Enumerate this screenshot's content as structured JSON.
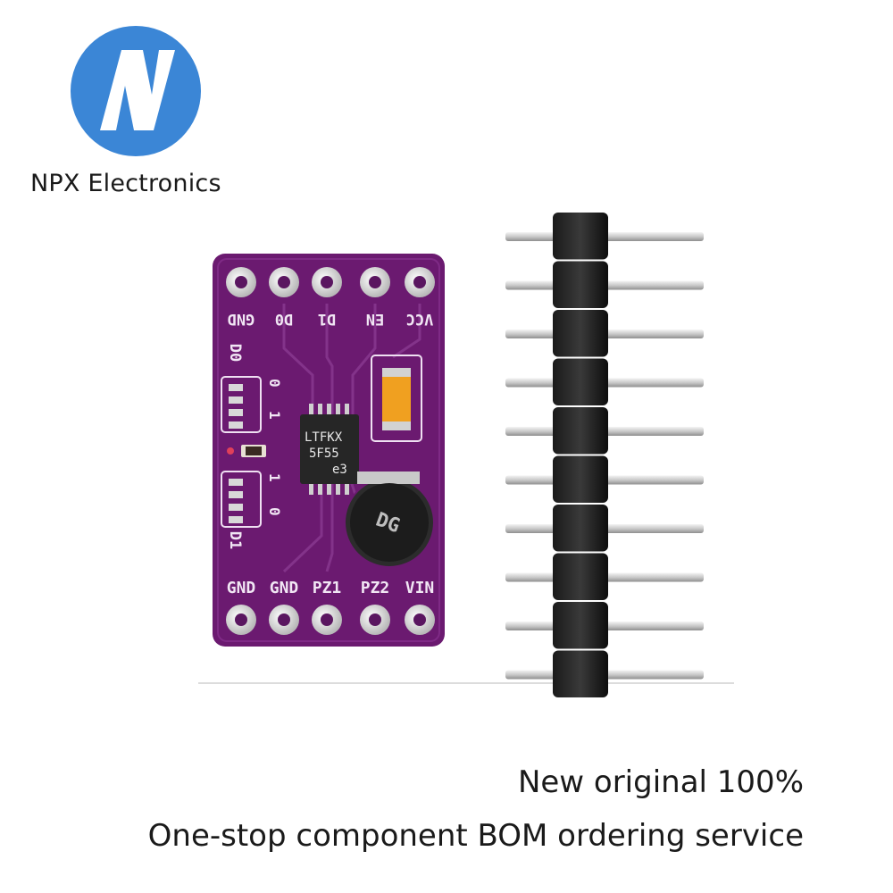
{
  "brand": {
    "name": "NPX Electronics",
    "logo_letter": "N",
    "logo_color": "#3b86d6"
  },
  "product": {
    "board_color": "#6b1a70",
    "top_pins": [
      "GND",
      "D0",
      "D1",
      "EN",
      "VCC"
    ],
    "bottom_pins": [
      "GND",
      "GND",
      "PZ1",
      "PZ2",
      "VIN"
    ],
    "side_labels": {
      "d0": "D0",
      "d1": "D1"
    },
    "jumper_digits": {
      "d0_low": "0",
      "d0_high": "1",
      "d1_low": "0",
      "d1_high": "1"
    },
    "chip_marking": [
      "LTFKX",
      "5F55",
      "e3"
    ],
    "inductor_marking": "DG",
    "header_pin_count": 10
  },
  "tagline": {
    "line1": "New original 100%",
    "line2": "One-stop component BOM ordering service"
  }
}
